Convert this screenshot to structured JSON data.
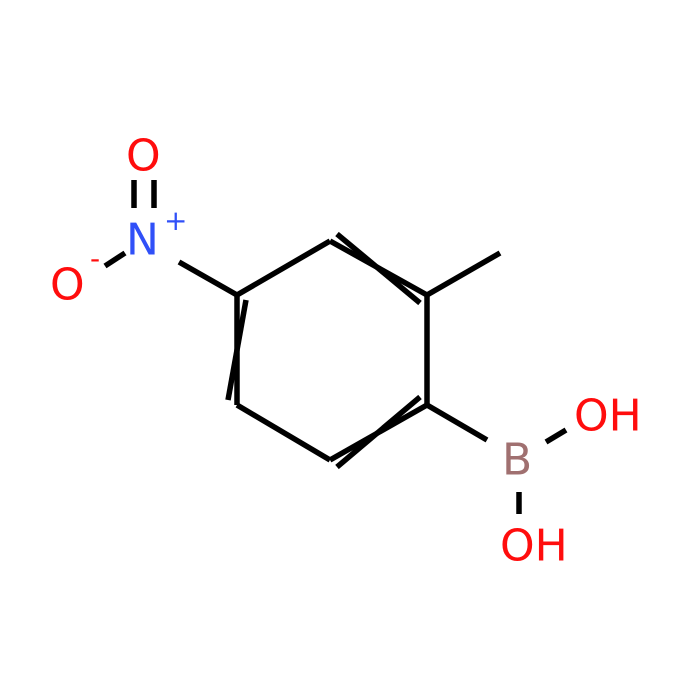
{
  "atoms": {
    "o_top": {
      "label": "O",
      "charge": "",
      "color": "#ff0d0d"
    },
    "n": {
      "label": "N",
      "charge": "+",
      "color": "#3050f8"
    },
    "o_left": {
      "label": "O",
      "charge": "-",
      "color": "#ff0d0d"
    },
    "b": {
      "label": "B",
      "charge": "",
      "color": "#a07070"
    },
    "oh_right": {
      "label": "OH",
      "charge": "",
      "color": "#ff0d0d"
    },
    "oh_bottom": {
      "label": "OH",
      "charge": "",
      "color": "#ff0d0d"
    }
  },
  "colors": {
    "bond": "#000000",
    "background": "#ffffff"
  }
}
